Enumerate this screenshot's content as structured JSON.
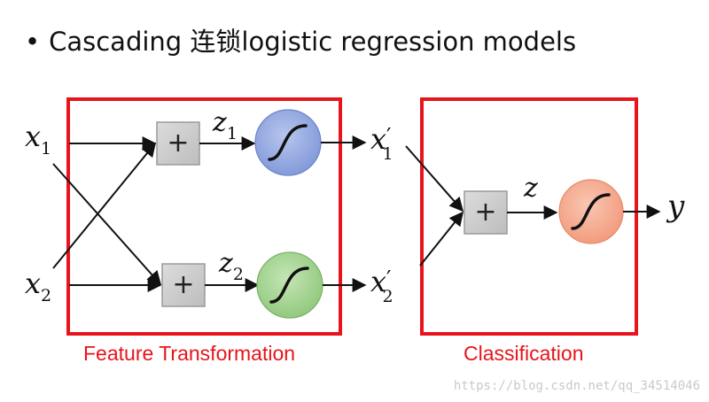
{
  "bullet": {
    "glyph": "•",
    "text": "Cascading 连锁logistic regression models"
  },
  "inputs": {
    "x1": {
      "base": "x",
      "sub": "1"
    },
    "x2": {
      "base": "x",
      "sub": "2"
    }
  },
  "hidden": {
    "z1": {
      "base": "z",
      "sub": "1"
    },
    "z2": {
      "base": "z",
      "sub": "2"
    }
  },
  "transformed": {
    "x1p": {
      "base": "x",
      "prime": "′",
      "sub": "1"
    },
    "x2p": {
      "base": "x",
      "prime": "′",
      "sub": "2"
    }
  },
  "output_stage": {
    "z": "z",
    "y": "y"
  },
  "sum_symbol": "+",
  "captions": {
    "feature": "Feature Transformation",
    "classification": "Classification"
  },
  "watermark": "https://blog.csdn.net/qq_34514046",
  "colors": {
    "box_red": "#e8141b",
    "node_blue": "#8aa2dd",
    "node_green": "#9ed08a",
    "node_orange": "#f4a88a",
    "sum_gray": "#cfcfcf"
  }
}
